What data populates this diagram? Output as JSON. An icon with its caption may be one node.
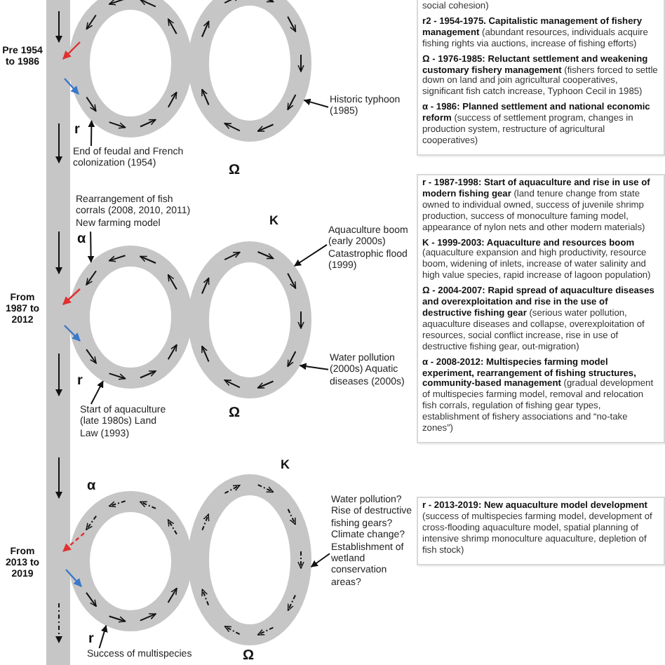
{
  "diagram": {
    "nodes": [
      {
        "text": [],
        "shape": "circle"
      },
      {
        "text": [],
        "shape": "circle"
      },
      {
        "text": [
          "social cohesion)",
          "**r2 - 1954-1975. Capitalistic management of fishery management** (abundant resources, individuals acquire fishing rights via auctions, increase of fishing efforts)",
          "**Ω - 1976-1985: Reluctant settlement and weakening customary fishery management** (fishers forced to settle down on land and join agricultural cooperatives, significant fish catch increase, Typhoon Cecil in 1985)",
          "**α - 1986: Planned settlement and national economic reform** (success of settlement program, changes in production system, restructure of agricultural cooperatives)"
        ]
      },
      {
        "text": [
          "Historic typhoon (1985)"
        ]
      },
      {
        "text": [
          "End of feudal and French colonization (1954)"
        ]
      },
      {
        "text": [
          "Rearrangement of fish corrals (2008, 2010, 2011) New farming model"
        ]
      },
      {
        "text": [
          "**r - 1987-1998: Start of aquaculture and rise in use of modern fishing gear** (land tenure change from state owned to individual owned, success of juvenile shrimp production, success of monoculture faming model, appearance of nylon nets and other modern materials)",
          "**K - 1999-2003: Aquaculture and resources boom** (aquaculture expansion and high productivity, resource boom, widening of inlets, increase of water salinity and high value species, rapid increase of lagoon population)",
          "**Ω - 2004-2007: Rapid spread of aquaculture diseases and overexploitation and rise in the use of destructive fishing gear** (serious water pollution, aquaculture diseases and collapse, overexploitation of resources, social conflict increase, rise in use of destructive fishing gear, out-migration)",
          "**α - 2008-2012: Multispecies farming model experiment, rearrangement of fishing structures, community-based management** (gradual development of multispecies farming model, removal and relocation fish corrals, regulation of fishing gear types, establishment of fishery associations and “no-take zones”)"
        ]
      },
      {
        "text": [],
        "shape": "circle"
      },
      {
        "text": [],
        "shape": "circle"
      },
      {
        "text": [
          "Aquaculture boom (early 2000s) Catastrophic flood (1999)"
        ]
      },
      {
        "text": [
          "Water pollution (2000s) Aquatic diseases (2000s)"
        ]
      },
      {
        "text": [
          "Start of aquaculture (late 1980s) Land Law (1993)"
        ]
      },
      {
        "text": [],
        "shape": "circle"
      },
      {
        "text": [],
        "shape": "circle"
      },
      {
        "text": [
          "**r - 2013-2019: New aquaculture model development** (success of multispecies farming model, development of cross-flooding aquaculture model, spatial planning of intensive shrimp monoculture aquaculture, depletion of fish stock)"
        ]
      },
      {
        "text": [
          "Water pollution? Rise of destructive fishing gears? Climate change? Establishment of wetland conservation areas?"
        ]
      },
      {
        "text": [
          "Success of multispecies"
        ]
      }
    ],
    "edges": [
      {
        "from": 3,
        "to": 1,
        "arrow": "to"
      },
      {
        "from": 4,
        "to": 0,
        "arrow": "to"
      },
      {
        "from": 5,
        "to": 7,
        "arrow": "to"
      },
      {
        "from": 9,
        "to": 8,
        "arrow": "to"
      },
      {
        "from": 10,
        "to": 8,
        "arrow": "to"
      },
      {
        "from": 11,
        "to": 7,
        "arrow": "to"
      },
      {
        "from": 15,
        "to": 13,
        "arrow": "to"
      },
      {
        "from": 16,
        "to": 12,
        "arrow": "to"
      }
    ],
    "labels": [
      "Pre 1954 to 1986",
      "r",
      "Ω",
      "K",
      "α",
      "From 1987 to 2012",
      "r",
      "Ω",
      "K",
      "α",
      "From 2013 to 2019",
      "r",
      "Ω"
    ]
  }
}
